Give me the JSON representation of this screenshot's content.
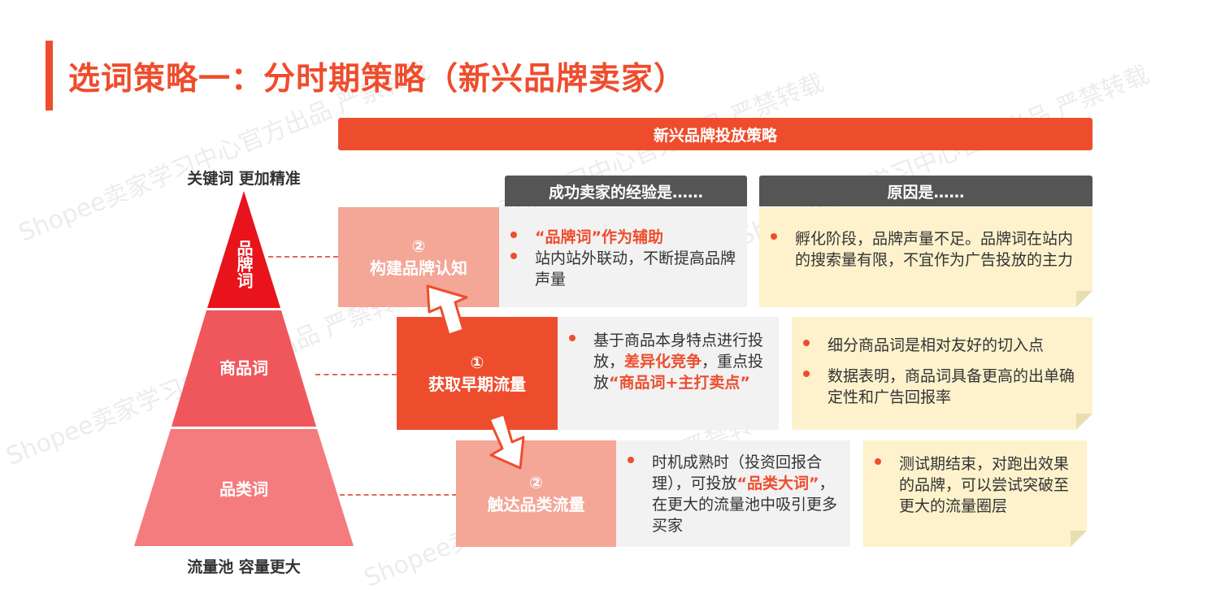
{
  "title": "选词策略一：分时期策略（新兴品牌卖家）",
  "banner": "新兴品牌投放策略",
  "pyramid": {
    "top_caption": "关键词 更加精准",
    "bottom_caption": "流量池 容量更大",
    "levels": [
      "品牌词",
      "商品词",
      "品类词"
    ]
  },
  "headers": {
    "experience": "成功卖家的经验是……",
    "reason": "原因是……"
  },
  "steps": {
    "brand": {
      "num": "②",
      "label": "构建品牌认知"
    },
    "early": {
      "num": "①",
      "label": "获取早期流量"
    },
    "category": {
      "num": "②",
      "label": "触达品类流量"
    }
  },
  "row1": {
    "exp1_hl": "“品牌词”作为辅助",
    "exp2": "站内站外联动，不断提高品牌声量",
    "reason1": "孵化阶段，品牌声量不足。品牌词在站内的搜索量有限，不宜作为广告投放的主力"
  },
  "row2": {
    "exp_a": "基于商品本身特点进行投放，",
    "exp_hl1": "差异化竞争",
    "exp_b": "，重点投放",
    "exp_hl2": "“商品词+主打卖点”",
    "reason1": "细分商品词是相对友好的切入点",
    "reason2": "数据表明，商品词具备更高的出单确定性和广告回报率"
  },
  "row3": {
    "exp_a": "时机成熟时（投资回报合理），可投放",
    "exp_hl": "“品类大词”",
    "exp_b": "，在更大的流量池中吸引更多买家",
    "reason1": "测试期结束，对跑出效果的品牌，可以尝试突破至更大的流量圈层"
  },
  "watermark": "Shopee卖家学习中心官方出品 严禁转载",
  "colors": {
    "accent": "#ee4d2d",
    "pyramid_top": "#e8131b",
    "pyramid_mid": "#f0575c",
    "pyramid_bottom": "#f47b7e",
    "header_gray": "#555555"
  }
}
